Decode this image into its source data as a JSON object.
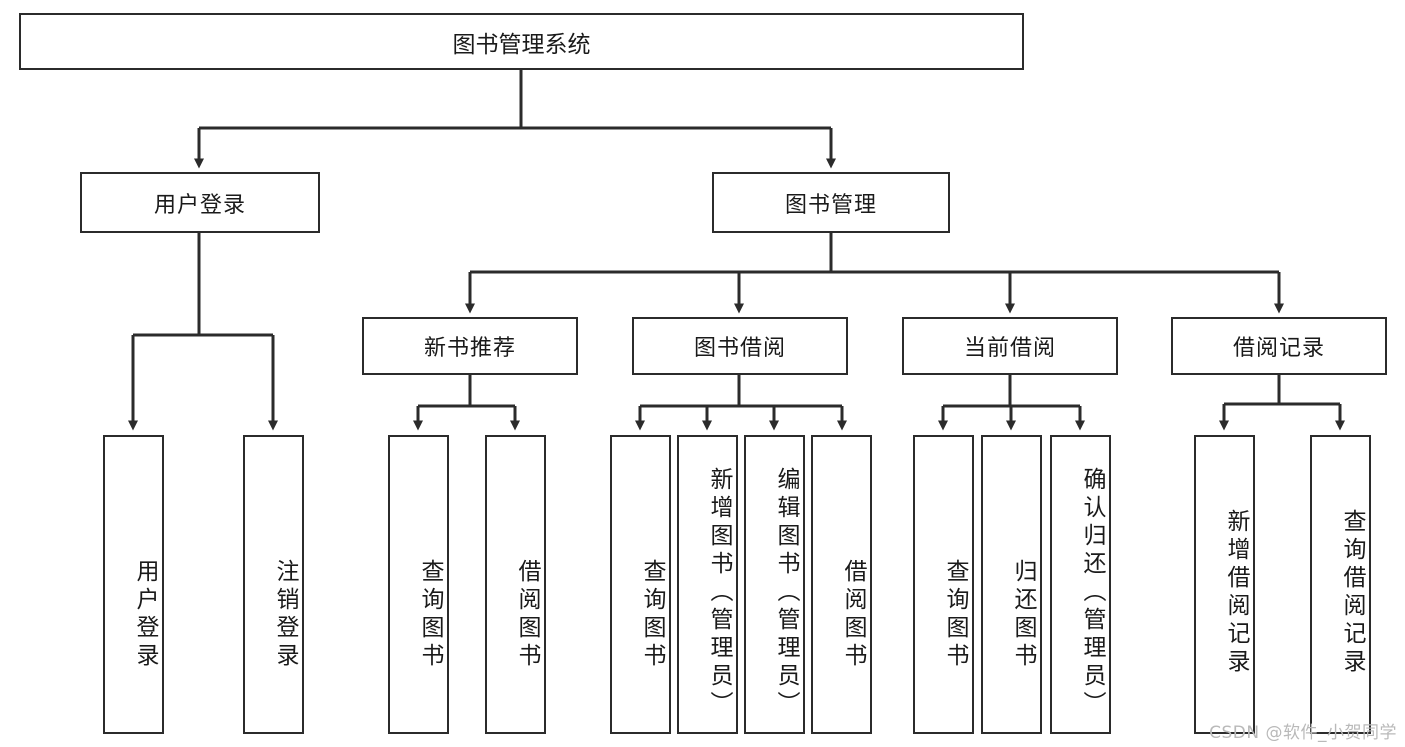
{
  "diagram": {
    "title": "图书管理系统",
    "watermark": "CSDN @软件_小贺同学",
    "colors": {
      "box_border": "#2b2b2b",
      "box_fill": "#ffffff",
      "connector": "#2b2b2b",
      "text": "#1a1a1a",
      "watermark": "#b9b9b9"
    },
    "root": {
      "label": "图书管理系统"
    },
    "level2": [
      {
        "label": "用户登录"
      },
      {
        "label": "图书管理"
      }
    ],
    "level3": [
      {
        "label": "新书推荐"
      },
      {
        "label": "图书借阅"
      },
      {
        "label": "当前借阅"
      },
      {
        "label": "借阅记录"
      }
    ],
    "leaves": {
      "user_login": [
        {
          "label": "用户登录"
        },
        {
          "label": "注销登录"
        }
      ],
      "new_book": [
        {
          "label": "查询图书"
        },
        {
          "label": "借阅图书"
        }
      ],
      "borrow": [
        {
          "label": "查询图书"
        },
        {
          "label": "新增图书（管理员）"
        },
        {
          "label": "编辑图书（管理员）"
        },
        {
          "label": "借阅图书"
        }
      ],
      "current": [
        {
          "label": "查询图书"
        },
        {
          "label": "归还图书"
        },
        {
          "label": "确认归还（管理员）"
        }
      ],
      "record": [
        {
          "label": "新增借阅记录"
        },
        {
          "label": "查询借阅记录"
        }
      ]
    }
  }
}
